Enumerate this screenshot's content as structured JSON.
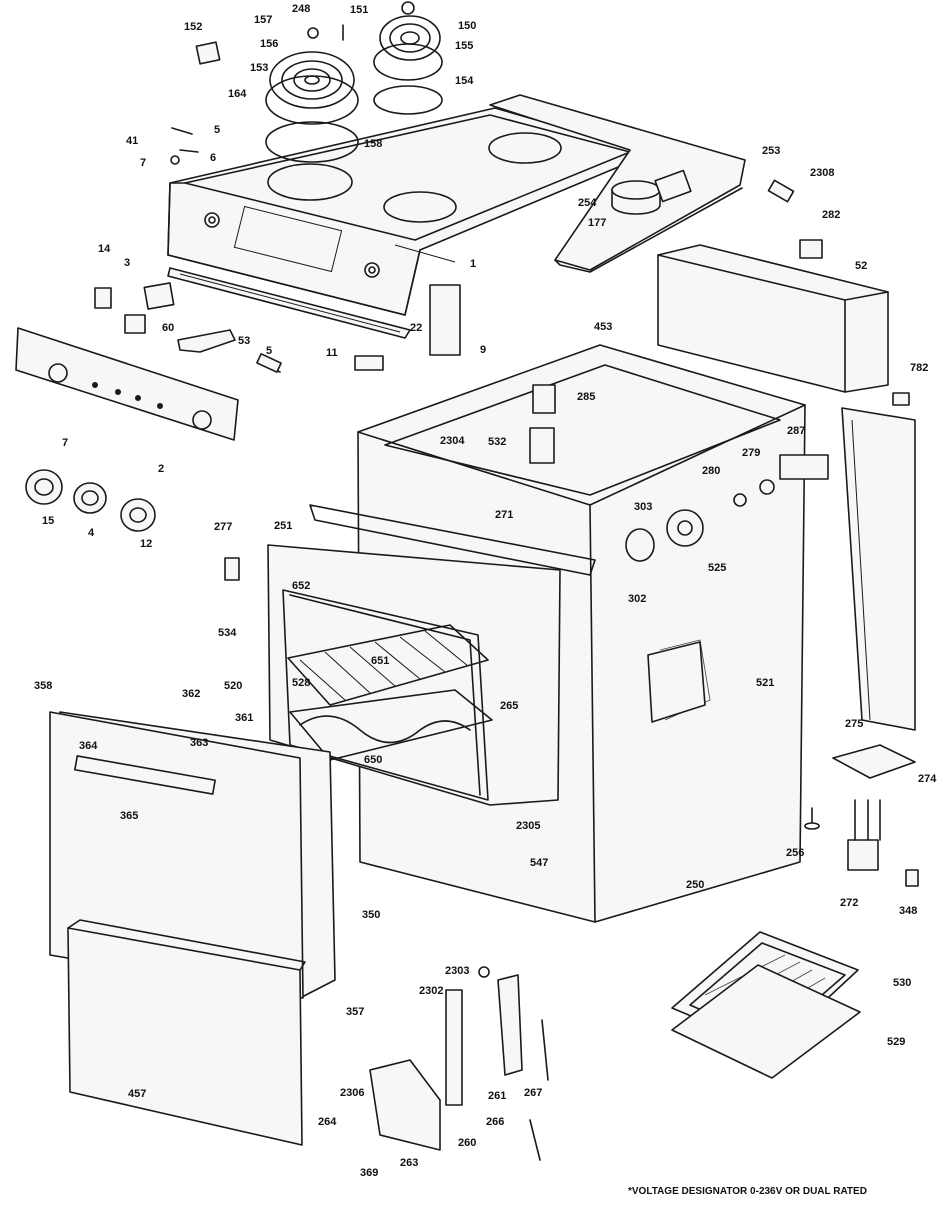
{
  "footnote": "*VOLTAGE DESIGNATOR 0-236V OR DUAL RATED",
  "part_labels": [
    {
      "id": "p248",
      "text": "248"
    },
    {
      "id": "p151",
      "text": "151"
    },
    {
      "id": "p157",
      "text": "157"
    },
    {
      "id": "p150",
      "text": "150"
    },
    {
      "id": "p152",
      "text": "152"
    },
    {
      "id": "p156",
      "text": "156"
    },
    {
      "id": "p155",
      "text": "155"
    },
    {
      "id": "p153",
      "text": "153"
    },
    {
      "id": "p154",
      "text": "154"
    },
    {
      "id": "p164",
      "text": "164"
    },
    {
      "id": "p5a",
      "text": "5"
    },
    {
      "id": "p41",
      "text": "41"
    },
    {
      "id": "p6",
      "text": "6"
    },
    {
      "id": "p7a",
      "text": "7"
    },
    {
      "id": "p158",
      "text": "158"
    },
    {
      "id": "p253",
      "text": "253"
    },
    {
      "id": "p2308",
      "text": "2308"
    },
    {
      "id": "p254",
      "text": "254"
    },
    {
      "id": "p177",
      "text": "177"
    },
    {
      "id": "p282",
      "text": "282"
    },
    {
      "id": "p14",
      "text": "14"
    },
    {
      "id": "p3",
      "text": "3"
    },
    {
      "id": "p1",
      "text": "1"
    },
    {
      "id": "p52",
      "text": "52"
    },
    {
      "id": "p60",
      "text": "60"
    },
    {
      "id": "p53",
      "text": "53"
    },
    {
      "id": "p22",
      "text": "22"
    },
    {
      "id": "p453",
      "text": "453"
    },
    {
      "id": "p5b",
      "text": "5"
    },
    {
      "id": "p11",
      "text": "11"
    },
    {
      "id": "p9",
      "text": "9"
    },
    {
      "id": "p782",
      "text": "782"
    },
    {
      "id": "p285",
      "text": "285"
    },
    {
      "id": "p7b",
      "text": "7"
    },
    {
      "id": "p2304",
      "text": "2304"
    },
    {
      "id": "p532",
      "text": "532"
    },
    {
      "id": "p287",
      "text": "287"
    },
    {
      "id": "p2",
      "text": "2"
    },
    {
      "id": "p280",
      "text": "280"
    },
    {
      "id": "p279",
      "text": "279"
    },
    {
      "id": "p303",
      "text": "303"
    },
    {
      "id": "p271",
      "text": "271"
    },
    {
      "id": "p15",
      "text": "15"
    },
    {
      "id": "p4",
      "text": "4"
    },
    {
      "id": "p12",
      "text": "12"
    },
    {
      "id": "p277",
      "text": "277"
    },
    {
      "id": "p251",
      "text": "251"
    },
    {
      "id": "p525",
      "text": "525"
    },
    {
      "id": "p302",
      "text": "302"
    },
    {
      "id": "p652",
      "text": "652"
    },
    {
      "id": "p534",
      "text": "534"
    },
    {
      "id": "p651",
      "text": "651"
    },
    {
      "id": "p521",
      "text": "521"
    },
    {
      "id": "p358",
      "text": "358"
    },
    {
      "id": "p520",
      "text": "520"
    },
    {
      "id": "p528",
      "text": "528"
    },
    {
      "id": "p362",
      "text": "362"
    },
    {
      "id": "p361",
      "text": "361"
    },
    {
      "id": "p265",
      "text": "265"
    },
    {
      "id": "p275",
      "text": "275"
    },
    {
      "id": "p364",
      "text": "364"
    },
    {
      "id": "p363",
      "text": "363"
    },
    {
      "id": "p650",
      "text": "650"
    },
    {
      "id": "p274",
      "text": "274"
    },
    {
      "id": "p365",
      "text": "365"
    },
    {
      "id": "p2305",
      "text": "2305"
    },
    {
      "id": "p256",
      "text": "256"
    },
    {
      "id": "p547",
      "text": "547"
    },
    {
      "id": "p250",
      "text": "250"
    },
    {
      "id": "p272",
      "text": "272"
    },
    {
      "id": "p348",
      "text": "348"
    },
    {
      "id": "p350",
      "text": "350"
    },
    {
      "id": "p2303",
      "text": "2303"
    },
    {
      "id": "p530",
      "text": "530"
    },
    {
      "id": "p2302",
      "text": "2302"
    },
    {
      "id": "p357",
      "text": "357"
    },
    {
      "id": "p529",
      "text": "529"
    },
    {
      "id": "p457",
      "text": "457"
    },
    {
      "id": "p261",
      "text": "261"
    },
    {
      "id": "p267",
      "text": "267"
    },
    {
      "id": "p2306",
      "text": "2306"
    },
    {
      "id": "p264",
      "text": "264"
    },
    {
      "id": "p266",
      "text": "266"
    },
    {
      "id": "p260",
      "text": "260"
    },
    {
      "id": "p263",
      "text": "263"
    },
    {
      "id": "p369",
      "text": "369"
    }
  ]
}
